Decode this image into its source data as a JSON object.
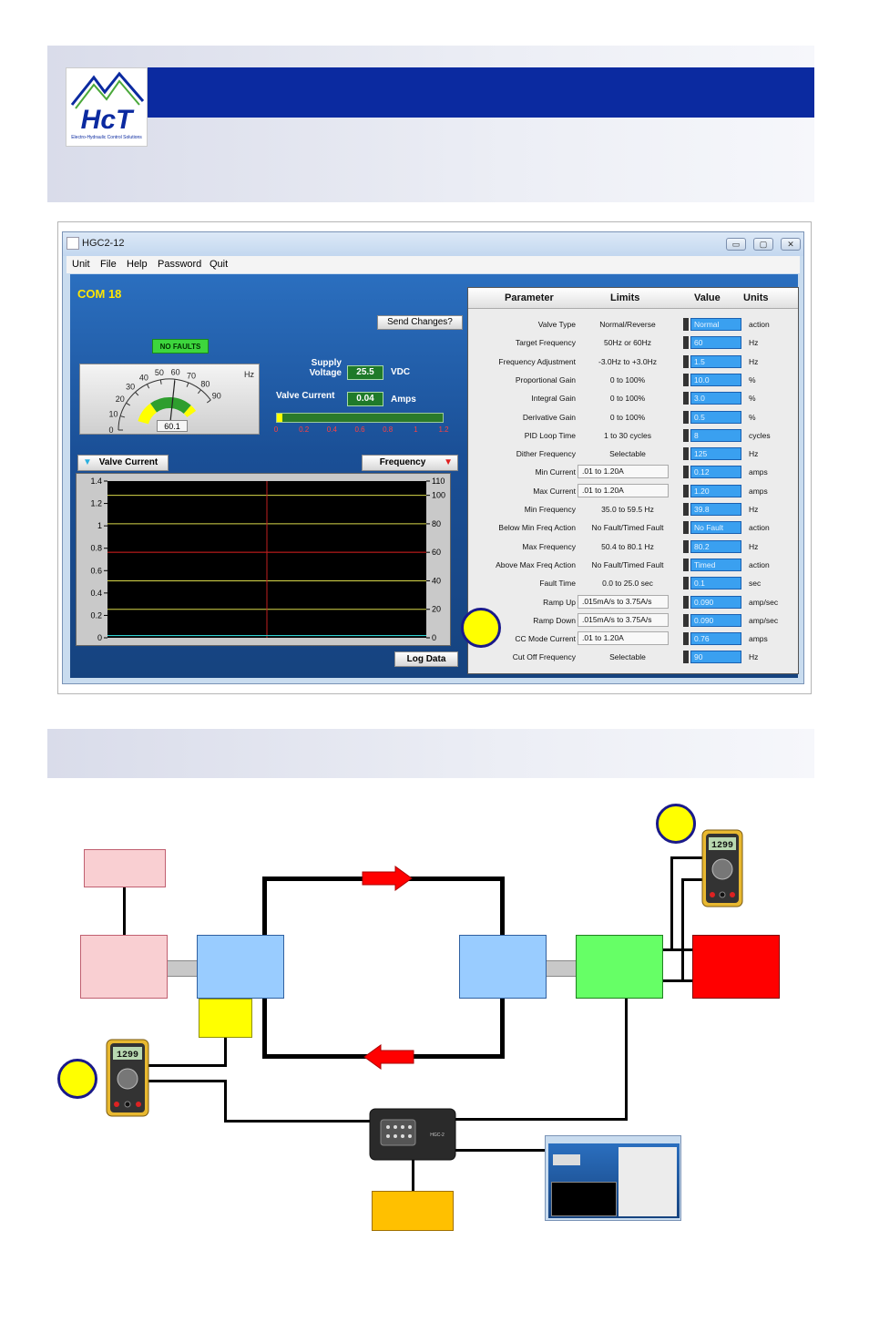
{
  "window": {
    "title": "HGC2-12",
    "minimize": "▭",
    "maximize": "▢",
    "close": "✕"
  },
  "menu": [
    "Unit",
    "File",
    "Help",
    "Password",
    "Quit"
  ],
  "app": {
    "com_port": "COM 18",
    "send_changes": "Send Changes?",
    "fault_status": "NO FAULTS",
    "gauge": {
      "unit": "Hz",
      "ticks": [
        "0",
        "10",
        "20",
        "30",
        "40",
        "50",
        "60",
        "70",
        "80",
        "90"
      ],
      "reading": "60.1"
    },
    "supply_voltage_label": "Supply Voltage",
    "supply_voltage_value": "25.5",
    "supply_voltage_unit": "VDC",
    "valve_current_label": "Valve Current",
    "valve_current_value": "0.04",
    "valve_current_unit": "Amps",
    "current_bar": {
      "fraction": 0.033,
      "ticks": [
        "0",
        "0.2",
        "0.4",
        "0.6",
        "0.8",
        "1",
        "1.2"
      ]
    },
    "left_selector": "Valve Current",
    "right_selector": "Frequency",
    "log_data": "Log Data"
  },
  "chart_data": {
    "type": "line",
    "left_axis": {
      "ticks": [
        "1.4",
        "1.2",
        "1",
        "0.8",
        "0.6",
        "0.4",
        "0.2",
        "0"
      ],
      "range": [
        0,
        1.4
      ]
    },
    "right_axis": {
      "ticks": [
        "110",
        "100",
        "80",
        "60",
        "40",
        "20",
        "0"
      ],
      "range": [
        0,
        110
      ]
    },
    "horizontal_reference_lines_right_axis": [
      100,
      80,
      60,
      40,
      20
    ],
    "red_reference_line_right_axis": 60,
    "cursor_fraction_x": 0.5,
    "series": [
      {
        "values": [
          0.02,
          0.02,
          0.02,
          0.02,
          0.02,
          0.02
        ]
      }
    ]
  },
  "table": {
    "headers": [
      "Parameter",
      "Limits",
      "Value",
      "Units"
    ],
    "rows": [
      {
        "param": "Valve Type",
        "limits": "Normal/Reverse",
        "value": "Normal",
        "unit": "action",
        "box": false
      },
      {
        "param": "Target Frequency",
        "limits": "50Hz or 60Hz",
        "value": "60",
        "unit": "Hz",
        "box": false
      },
      {
        "param": "Frequency Adjustment",
        "limits": "-3.0Hz to +3.0Hz",
        "value": "1.5",
        "unit": "Hz",
        "box": false
      },
      {
        "param": "Proportional Gain",
        "limits": "0 to 100%",
        "value": "10.0",
        "unit": "%",
        "box": false
      },
      {
        "param": "Integral Gain",
        "limits": "0 to 100%",
        "value": "3.0",
        "unit": "%",
        "box": false
      },
      {
        "param": "Derivative Gain",
        "limits": "0 to 100%",
        "value": "0.5",
        "unit": "%",
        "box": false
      },
      {
        "param": "PID Loop Time",
        "limits": "1 to 30 cycles",
        "value": "8",
        "unit": "cycles",
        "box": false
      },
      {
        "param": "Dither Frequency",
        "limits": "Selectable",
        "value": "125",
        "unit": "Hz",
        "box": false
      },
      {
        "param": "Min Current",
        ".": "",
        "limits": ".01 to 1.20A",
        "value": "0.12",
        "unit": "amps",
        "box": true
      },
      {
        "param": "Max Current",
        "limits": ".01 to 1.20A",
        "value": "1.20",
        "unit": "amps",
        "box": true
      },
      {
        "param": "Min Frequency",
        "limits": "35.0 to 59.5 Hz",
        "value": "39.8",
        "unit": "Hz",
        "box": false
      },
      {
        "param": "Below Min Freq Action",
        "limits": "No Fault/Timed Fault",
        "value": "No Fault",
        "unit": "action",
        "box": false
      },
      {
        "param": "Max Frequency",
        "limits": "50.4 to 80.1 Hz",
        "value": "80.2",
        "unit": "Hz",
        "box": false
      },
      {
        "param": "Above Max Freq Action",
        "limits": "No Fault/Timed Fault",
        "value": "Timed",
        "unit": "action",
        "box": false
      },
      {
        "param": "Fault Time",
        "limits": "0.0 to 25.0 sec",
        "value": "0.1",
        "unit": "sec",
        "box": false
      },
      {
        "param": "Ramp Up",
        "limits": ".015mA/s to 3.75A/s",
        "value": "0.090",
        "unit": "amp/sec",
        "box": true
      },
      {
        "param": "Ramp Down",
        "limits": ".015mA/s to 3.75A/s",
        "value": "0.090",
        "unit": "amp/sec",
        "box": true
      },
      {
        "param": "CC Mode Current",
        "limits": ".01 to 1.20A",
        "value": "0.76",
        "unit": "amps",
        "box": true
      },
      {
        "param": "Cut Off Frequency",
        "limits": "Selectable",
        "value": "90",
        "unit": "Hz",
        "box": false
      }
    ]
  },
  "logo": {
    "text": "HcT",
    "tagline": "Electro-Hydraulic Control Solutions"
  },
  "diagram": {
    "meter_reading": "1299",
    "module_label": "HGC-2",
    "colors": {
      "pink": "#f9cfd2",
      "blue": "#99ccff",
      "yellow": "#ffff00",
      "green": "#66ff66",
      "red": "#ff0000",
      "orange": "#ffc000",
      "arrow": "#ff0000"
    }
  }
}
